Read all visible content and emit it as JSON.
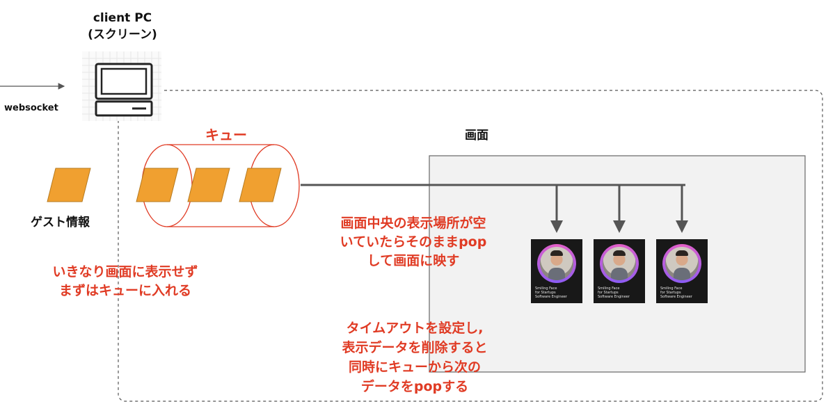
{
  "client": {
    "title_line1": "client PC",
    "title_line2": "(スクリーン)"
  },
  "websocket_label": "websocket",
  "queue_label": "キュー",
  "screen_label": "画面",
  "guest_label": "ゲスト情報",
  "note_pop": {
    "line1": "画面中央の表示場所が空",
    "line2": "いていたらそのままpop",
    "line3": "して画面に映す"
  },
  "note_queue": {
    "line1": "いきなり画面に表示せず",
    "line2": "まずはキューに入れる"
  },
  "note_timeout": {
    "line1": "タイムアウトを設定し,",
    "line2": "表示データを削除すると",
    "line3": "同時にキューから次の",
    "line4": "データをpopする"
  },
  "card": {
    "line1": "Smiling Face",
    "line2": "for Startups",
    "line3": "Software Engineer"
  },
  "colors": {
    "accent_red": "#e03b24",
    "data_orange": "#f0a030",
    "arrow_gray": "#555555",
    "screen_bg": "#f2f2f2"
  }
}
